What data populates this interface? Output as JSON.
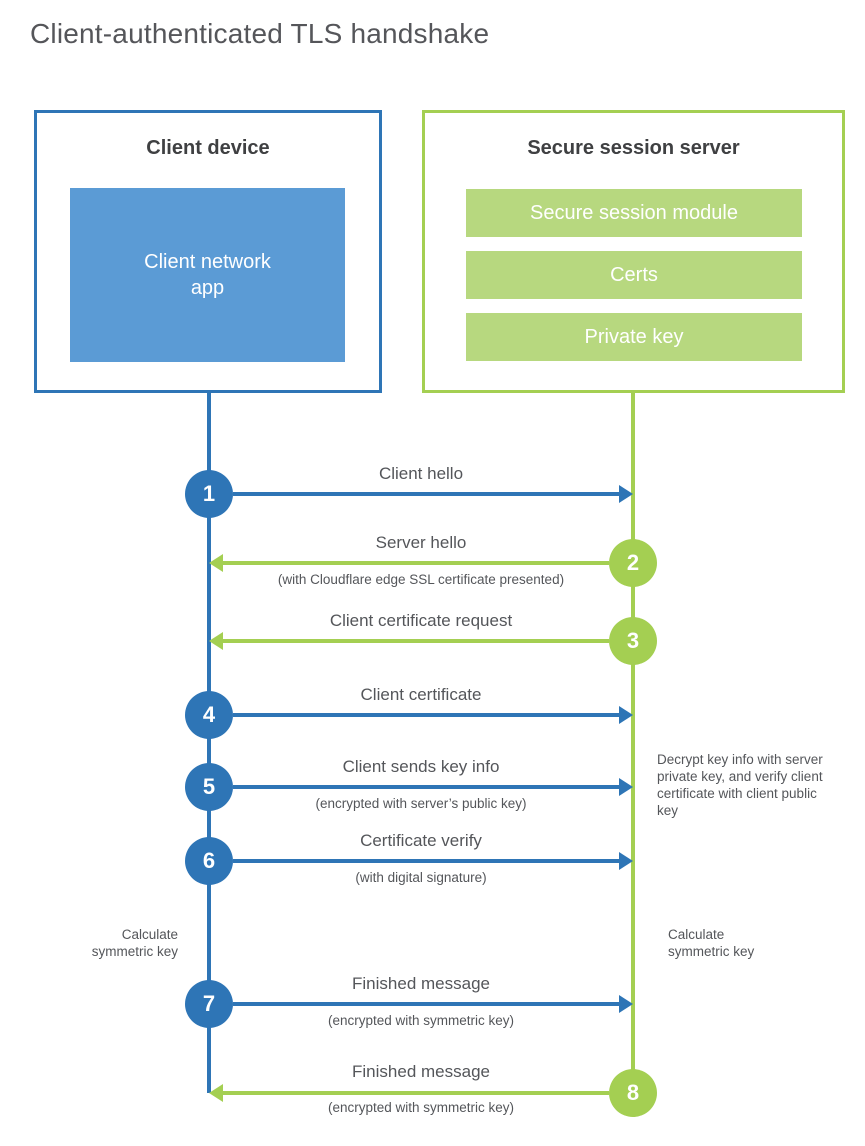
{
  "title": "Client-authenticated TLS handshake",
  "client": {
    "title": "Client device",
    "app_label": "Client network app"
  },
  "server": {
    "title": "Secure session server",
    "modules": [
      "Secure session module",
      "Certs",
      "Private key"
    ]
  },
  "colors": {
    "blue_stroke": "#2e75b6",
    "blue_fill": "#5b9bd5",
    "green_stroke": "#a4cf52",
    "green_fill": "#b7d87f",
    "text": "#54565a"
  },
  "steps": [
    {
      "num": "1",
      "actor": "client",
      "direction": "right",
      "label": "Client hello",
      "note": ""
    },
    {
      "num": "2",
      "actor": "server",
      "direction": "left",
      "label": "Server hello",
      "note": "(with Cloudflare edge SSL certificate presented)"
    },
    {
      "num": "3",
      "actor": "server",
      "direction": "left",
      "label": "Client certificate request",
      "note": ""
    },
    {
      "num": "4",
      "actor": "client",
      "direction": "right",
      "label": "Client certificate",
      "note": ""
    },
    {
      "num": "5",
      "actor": "client",
      "direction": "right",
      "label": "Client sends key info",
      "note": "(encrypted with server’s public key)"
    },
    {
      "num": "6",
      "actor": "client",
      "direction": "right",
      "label": "Certificate verify",
      "note": "(with digital signature)"
    },
    {
      "num": "7",
      "actor": "client",
      "direction": "right",
      "label": "Finished message",
      "note": "(encrypted with symmetric key)"
    },
    {
      "num": "8",
      "actor": "server",
      "direction": "left",
      "label": "Finished message",
      "note": "(encrypted with symmetric key)"
    }
  ],
  "annotations": {
    "decrypt_note": "Decrypt key info with server private key, and verify client certificate with client public key",
    "calc_left": "Calculate symmetric key",
    "calc_right": "Calculate symmetric key"
  }
}
